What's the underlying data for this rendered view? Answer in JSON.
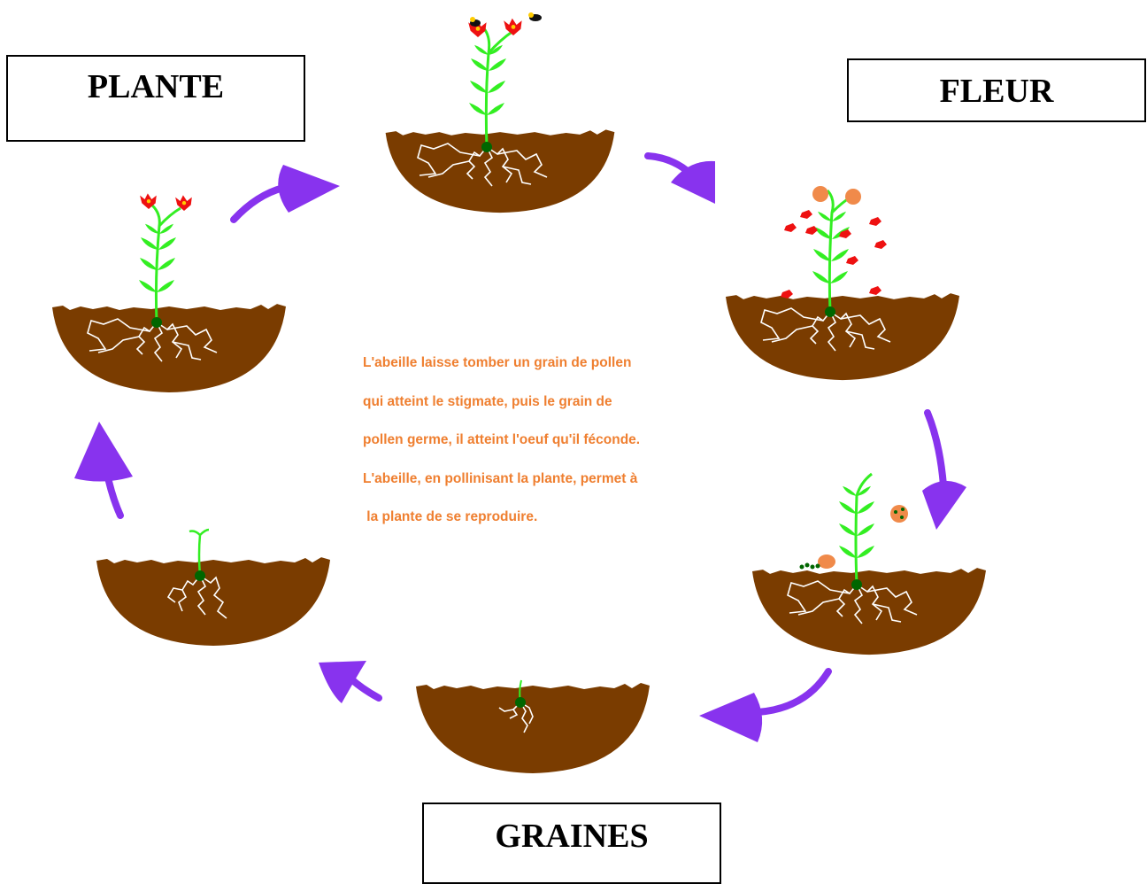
{
  "stages": {
    "plante": "PLANTE",
    "fleur": "FLEUR",
    "graines": "GRAINES"
  },
  "caption": [
    "L'abeille laisse tomber un grain de pollen",
    "qui atteint le stigmate, puis le grain de",
    "pollen germe, il atteint l'oeuf qu'il féconde.",
    "L'abeille, en pollinisant la plante, permet à",
    " la plante de se reproduire."
  ],
  "colors": {
    "soil": "#7a3c00",
    "roots": "#ffffff",
    "stem": "#33ee22",
    "seed": "#006600",
    "flower": "#ee1111",
    "fruit": "#f08a4a",
    "arrow": "#8833ee",
    "caption_text": "#ef7f30"
  }
}
